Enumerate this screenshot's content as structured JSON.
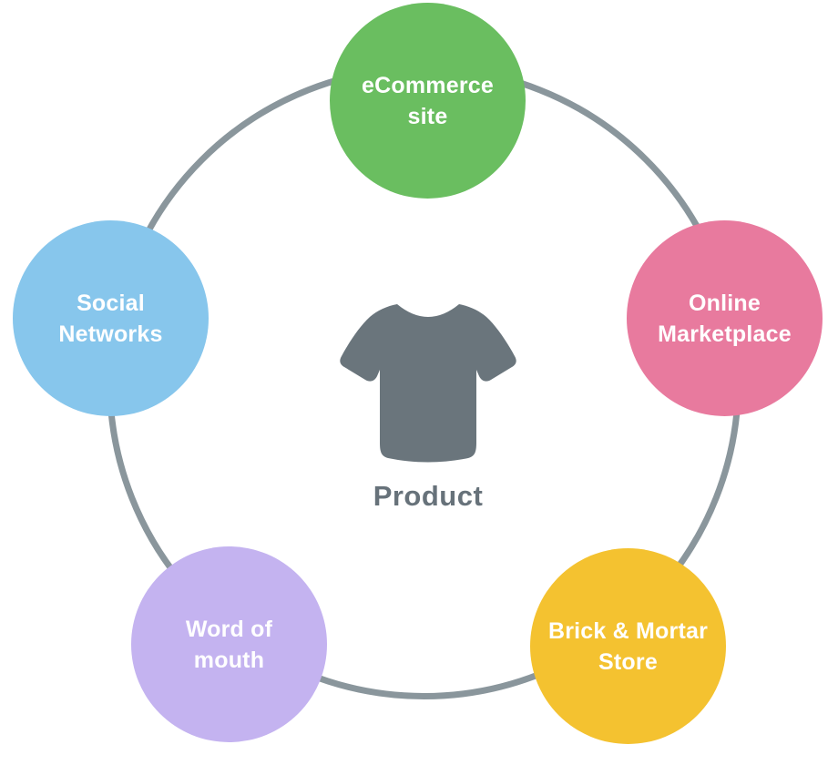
{
  "diagram": {
    "background_color": "#ffffff",
    "ring_color": "#8a969c",
    "text_color": "#ffffff",
    "icon_color": "#6a757c",
    "label_color": "#67727a",
    "center": {
      "label": "Product",
      "icon": "tshirt-icon"
    },
    "nodes": [
      {
        "id": "ecommerce-site",
        "label": "eCommerce site",
        "lines": [
          "eCommerce",
          "site"
        ],
        "color": "#6abe60",
        "position": "top"
      },
      {
        "id": "social-networks",
        "label": "Social Networks",
        "lines": [
          "Social",
          "Networks"
        ],
        "color": "#87c6ec",
        "position": "left"
      },
      {
        "id": "online-marketplace",
        "label": "Online Marketplace",
        "lines": [
          "Online",
          "Marketplace"
        ],
        "color": "#e87a9e",
        "position": "right"
      },
      {
        "id": "word-of-mouth",
        "label": "Word of mouth",
        "lines": [
          "Word of",
          "mouth"
        ],
        "color": "#c4b3f0",
        "position": "bottom-left"
      },
      {
        "id": "brick-mortar-store",
        "label": "Brick & Mortar Store",
        "lines": [
          "Brick & Mortar",
          "Store"
        ],
        "color": "#f4c230",
        "position": "bottom-right"
      }
    ]
  }
}
